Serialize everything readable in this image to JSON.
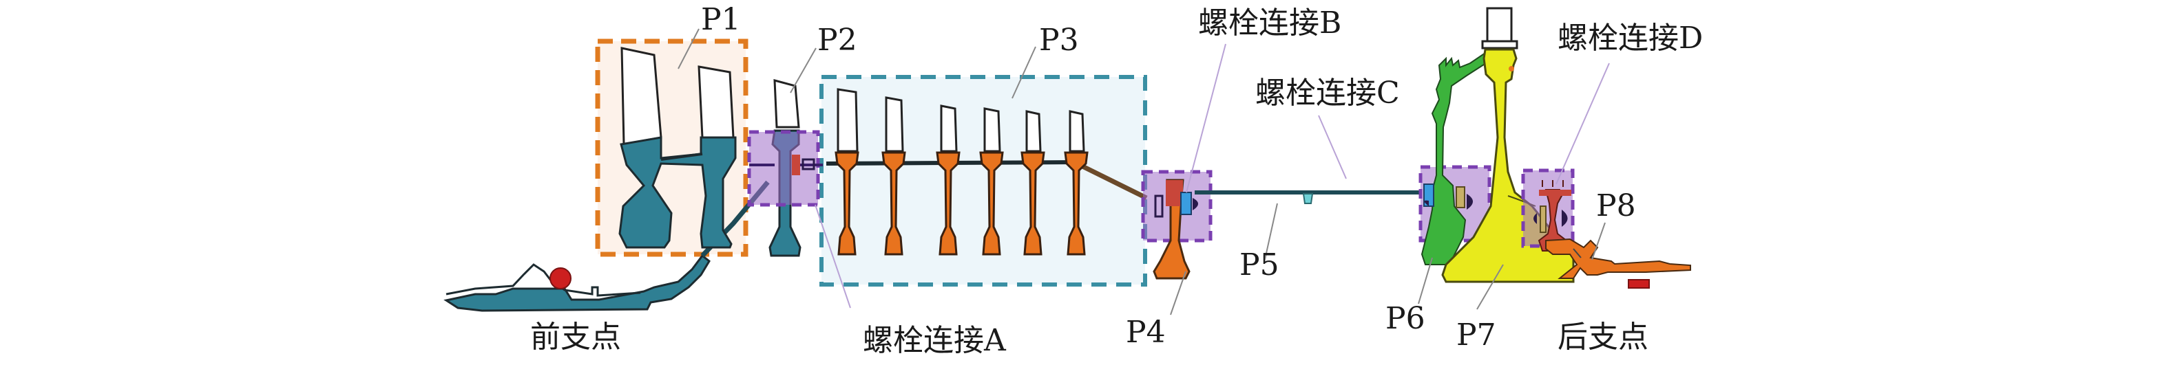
{
  "title": "Rotor structure schematic with parts P1–P8 and bolted connections A–D",
  "parts": [
    {
      "id": "P1",
      "label": "P1"
    },
    {
      "id": "P2",
      "label": "P2"
    },
    {
      "id": "P3",
      "label": "P3"
    },
    {
      "id": "P4",
      "label": "P4"
    },
    {
      "id": "P5",
      "label": "P5"
    },
    {
      "id": "P6",
      "label": "P6"
    },
    {
      "id": "P7",
      "label": "P7"
    },
    {
      "id": "P8",
      "label": "P8"
    }
  ],
  "bolt_connections": [
    {
      "id": "A",
      "label": "螺栓连接A"
    },
    {
      "id": "B",
      "label": "螺栓连接B"
    },
    {
      "id": "C",
      "label": "螺栓连接C"
    },
    {
      "id": "D",
      "label": "螺栓连接D"
    }
  ],
  "supports": {
    "front": "前支点",
    "rear": "后支点"
  },
  "colors": {
    "fan_teal": "#2f7f93",
    "compressor_orange": "#e8731e",
    "bolt_region_purple": "#a070c8",
    "bolt_region_fill": "#c9a8e3",
    "p1_box": "#e07b20",
    "p3_box": "#3a8fa3",
    "turbine_yellow": "#e8ea1c",
    "turbine_green": "#3cb33c",
    "red_part": "#c8463a",
    "support_ball": "#cc1f1f",
    "bolt_blue": "#3a9de0",
    "leader_gray": "#888888"
  }
}
